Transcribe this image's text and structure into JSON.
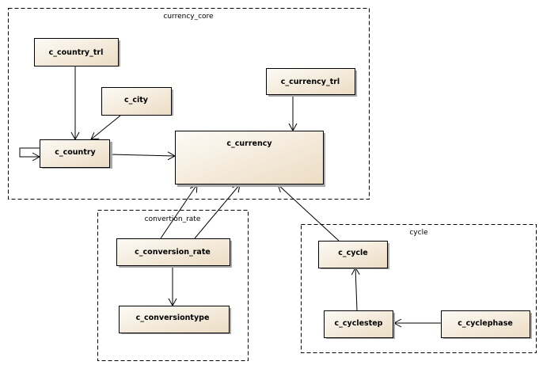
{
  "packages": {
    "currency_core": {
      "label": "currency_core"
    },
    "convertion_rate": {
      "label": "convertion_rate"
    },
    "cycle": {
      "label": "cycle"
    }
  },
  "classes": {
    "c_country_trl": {
      "label": "c_country_trl"
    },
    "c_city": {
      "label": "c_city"
    },
    "c_country": {
      "label": "c_country"
    },
    "c_currency_trl": {
      "label": "c_currency_trl"
    },
    "c_currency": {
      "label": "c_currency"
    },
    "c_conversion_rate": {
      "label": "c_conversion_rate"
    },
    "c_conversiontype": {
      "label": "c_conversiontype"
    },
    "c_cycle": {
      "label": "c_cycle"
    },
    "c_cyclestep": {
      "label": "c_cyclestep"
    },
    "c_cyclephase": {
      "label": "c_cyclephase"
    }
  },
  "relations": [
    {
      "from": "c_country_trl",
      "to": "c_country"
    },
    {
      "from": "c_city",
      "to": "c_country"
    },
    {
      "from": "c_country",
      "to": "c_country"
    },
    {
      "from": "c_country",
      "to": "c_currency"
    },
    {
      "from": "c_currency_trl",
      "to": "c_currency"
    },
    {
      "from": "c_conversion_rate",
      "to": "c_currency"
    },
    {
      "from": "c_conversion_rate",
      "to": "c_currency"
    },
    {
      "from": "c_conversion_rate",
      "to": "c_conversiontype"
    },
    {
      "from": "c_cycle",
      "to": "c_currency"
    },
    {
      "from": "c_cyclestep",
      "to": "c_cycle"
    },
    {
      "from": "c_cyclephase",
      "to": "c_cyclestep"
    }
  ],
  "colors": {
    "class_fill_start": "#fdfbf6",
    "class_fill_end": "#ecdcc3",
    "shadow": "#a9a9a9",
    "line": "#000000"
  }
}
